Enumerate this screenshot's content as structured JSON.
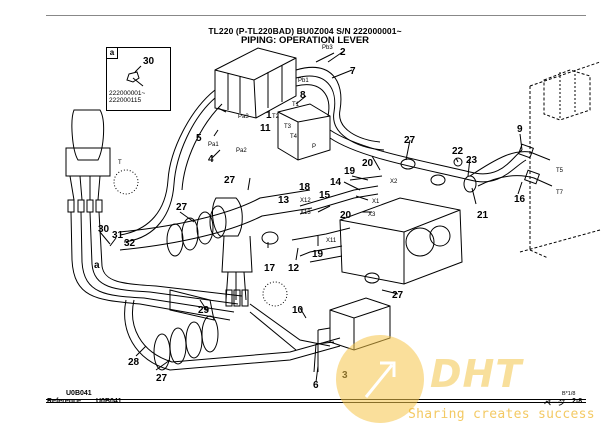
{
  "header": {
    "title": "TL220 (P-TL220BAD) BU0Z004 S/N 222000001~",
    "subtitle": "PIPING: OPERATION LEVER"
  },
  "inset": {
    "tag": "a",
    "part": "30",
    "serial_from": "222000001~",
    "serial_to": "222000115"
  },
  "callouts": [
    "1",
    "2",
    "3",
    "4",
    "5",
    "6",
    "7",
    "8",
    "9",
    "10",
    "11",
    "12",
    "13",
    "14",
    "15",
    "16",
    "17",
    "18",
    "19",
    "20",
    "21",
    "22",
    "23",
    "27",
    "28",
    "29",
    "30",
    "31",
    "32"
  ],
  "small_labels": [
    "Pb3",
    "Pb1",
    "Pa3",
    "Pa1",
    "Pa2",
    "T1",
    "T2",
    "T3",
    "T4",
    "T5",
    "T7",
    "X1",
    "X2",
    "X3",
    "X11",
    "X12",
    "X13",
    "P",
    "T"
  ],
  "footer": {
    "code_top": "U0B041",
    "reference_label": "Reference",
    "code_bottom": "U0B041",
    "page_marker": "B*1/8",
    "page": "2-8",
    "page_prefix": "ページ"
  },
  "watermark": {
    "logo": "DHT",
    "tagline": "Sharing creates success"
  }
}
